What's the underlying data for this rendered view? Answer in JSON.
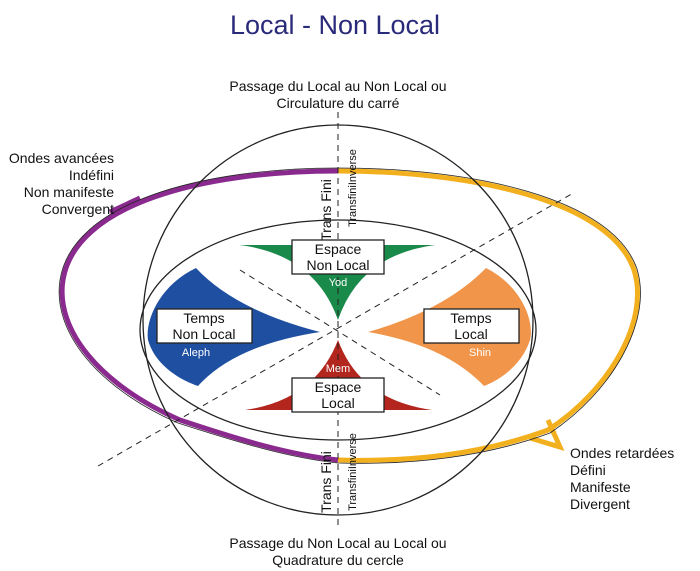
{
  "title": "Local - Non Local",
  "top_caption": [
    "Passage du Local au Non Local ou",
    "Circulature du carré"
  ],
  "bottom_caption": [
    "Passage du Non Local au Local ou",
    "Quadrature du cercle"
  ],
  "left_note": [
    "Ondes avancées",
    "Indéfini",
    "Non manifeste",
    "Convergent"
  ],
  "right_note": [
    "Ondes retardées",
    "Défini",
    "Manifeste",
    "Divergent"
  ],
  "axis_top": {
    "trans_fini": "Trans Fini",
    "transfini_inverse": "TransfiniInverse"
  },
  "axis_bottom": {
    "trans_fini": "Trans Fini",
    "transfini_inverse": "TransfiniInverse"
  },
  "quadrants": {
    "top": {
      "label": [
        "Espace",
        "Non Local"
      ],
      "letter": "Yod",
      "color": "#1a8a4a"
    },
    "left": {
      "label": [
        "Temps",
        "Non Local"
      ],
      "letter": "Aleph",
      "color": "#1f4fa0"
    },
    "right": {
      "label": [
        "Temps",
        "Local"
      ],
      "letter": "Shin",
      "color": "#f0954a"
    },
    "bottom": {
      "label": [
        "Espace",
        "Local"
      ],
      "letter": "Mem",
      "color": "#b3261e"
    }
  },
  "colors": {
    "title": "#2a2a7a",
    "outer_left": "#8a2a8f",
    "outer_right": "#f2b01e"
  }
}
